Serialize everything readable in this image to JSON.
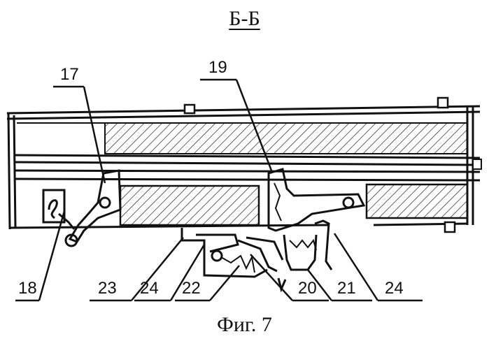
{
  "title": "Б-Б",
  "caption": "Фиг. 7",
  "labels": {
    "l17": "17",
    "l18": "18",
    "l19": "19",
    "l20": "20",
    "l21": "21",
    "l22": "22",
    "l23": "23",
    "l24a": "24",
    "l24b": "24"
  }
}
